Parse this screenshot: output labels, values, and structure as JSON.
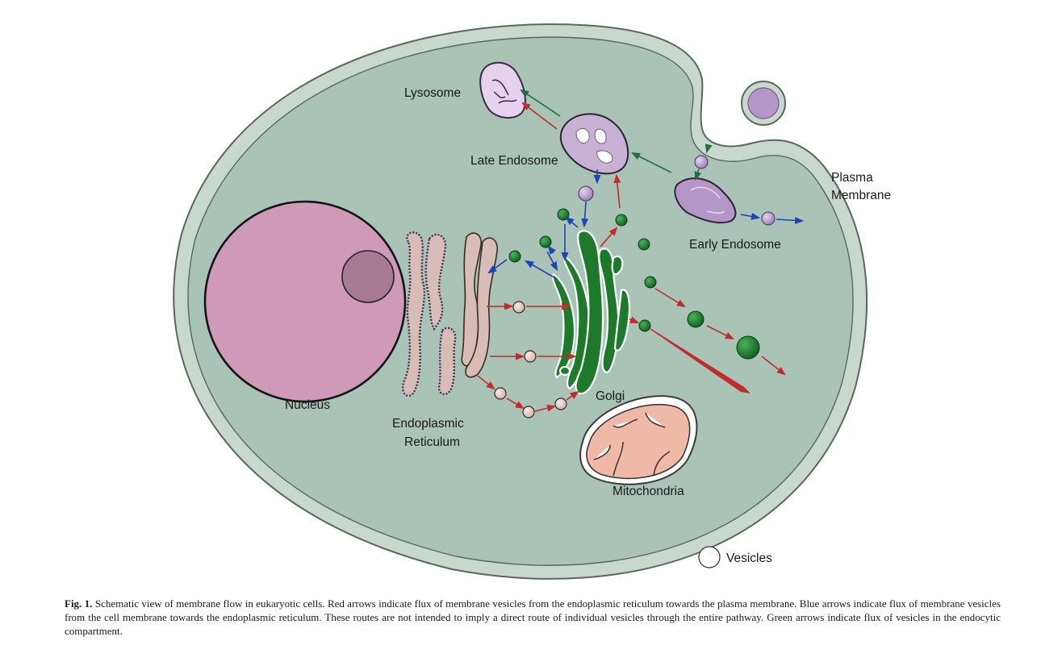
{
  "labels": {
    "lysosome": "Lysosome",
    "late_endosome": "Late Endosome",
    "plasma_membrane_1": "Plasma",
    "plasma_membrane_2": "Membrane",
    "early_endosome": "Early Endosome",
    "nucleus": "Nucleus",
    "er_1": "Endoplasmic",
    "er_2": "Reticulum",
    "golgi": "Golgi",
    "mitochondria": "Mitochondria",
    "vesicles": "Vesicles"
  },
  "caption": {
    "fig_label": "Fig. 1.",
    "text": " Schematic view of membrane flow in eukaryotic cells. Red arrows indicate flux of membrane vesicles from the endoplasmic reticulum towards the plasma membrane. Blue arrows indicate flux of membrane vesicles from the cell membrane towards the endoplasmic reticulum. These routes are not intended to imply a direct route of individual vesicles through the entire pathway. Green arrows indicate flux of vesicles in the endocytic compartment."
  },
  "colors": {
    "cytoplasm": "#a9c3b6",
    "membrane": "#c9d8cd",
    "nucleus": "#cf9ab8",
    "nucleolus": "#a77c93",
    "er": "#d8bcb6",
    "golgi": "#1d7a2a",
    "mitochondria": "#f0b8a6",
    "endosome": "#b597c7",
    "red_arrow": "#c42a2a",
    "blue_arrow": "#1a44b8",
    "green_arrow": "#1e6e3a"
  }
}
